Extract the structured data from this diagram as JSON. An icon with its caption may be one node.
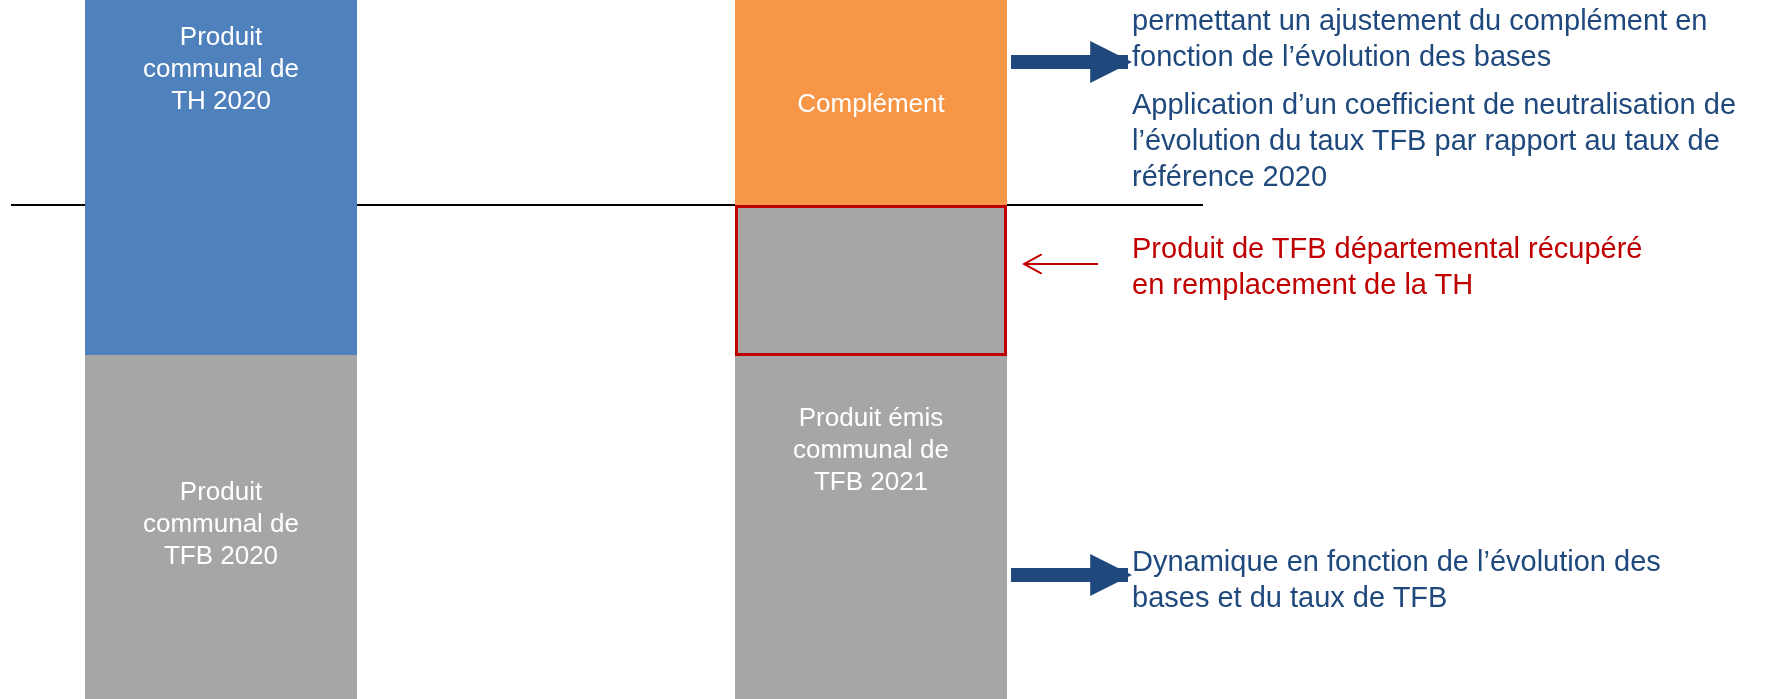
{
  "diagram": {
    "nodes": [
      {
        "text": [
          "Produit communal de TH 2020"
        ]
      },
      {
        "text": [
          "Produit communal de TFB 2020"
        ]
      },
      {
        "text": [
          "Complément"
        ]
      },
      {
        "text": [],
        "shape": "box"
      },
      {
        "text": [
          "Produit émis communal de TFB 2021"
        ]
      },
      {
        "text": [
          "permettant un ajustement du complément en fonction de l’évolution des bases"
        ]
      },
      {
        "text": [
          "Produit de TFB départemental récupéré en remplacement de la TH"
        ]
      },
      {
        "text": [
          "Dynamique en fonction de l’évolution des bases et du taux de TFB"
        ]
      }
    ],
    "edges": [
      {
        "from": 2,
        "to": 5,
        "arrow": "to"
      },
      {
        "from": 6,
        "to": 3,
        "arrow": "to",
        "color": "#c00000"
      },
      {
        "from": 4,
        "to": 7,
        "arrow": "to"
      }
    ],
    "labels": [
      "Application d’un coefficient de neutralisation de l’évolution du taux TFB par rapport au taux de référence 2020"
    ]
  }
}
